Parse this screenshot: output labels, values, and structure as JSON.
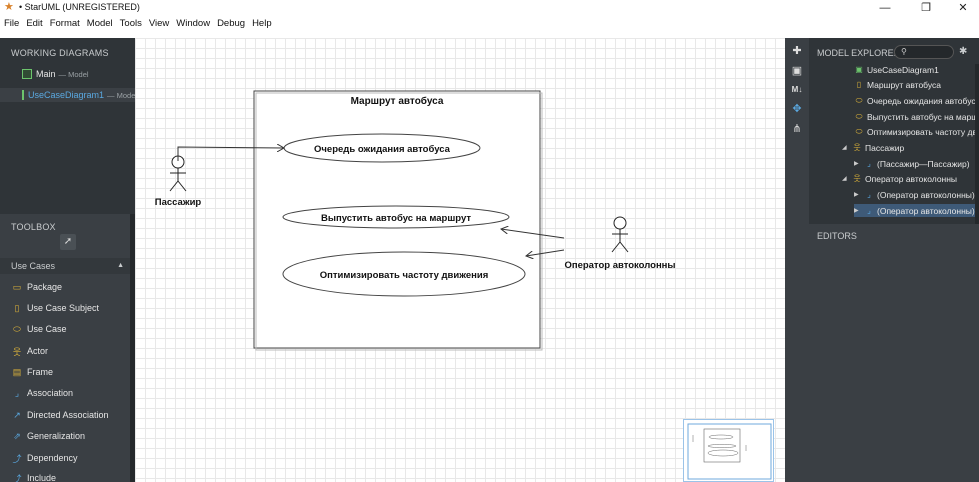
{
  "window": {
    "title": "• StarUML (UNREGISTERED)",
    "minimize": "—",
    "maximize": "❐",
    "close": "✕"
  },
  "menu": [
    "File",
    "Edit",
    "Format",
    "Model",
    "Tools",
    "View",
    "Window",
    "Debug",
    "Help"
  ],
  "working_diagrams": {
    "title": "WORKING DIAGRAMS",
    "items": [
      {
        "label": "Main",
        "suffix": "— Model"
      },
      {
        "label": "UseCaseDiagram1",
        "suffix": "— Model"
      }
    ]
  },
  "toolbox": {
    "title": "TOOLBOX",
    "group": "Use Cases",
    "items": [
      {
        "label": "Package",
        "icon": "package-icon"
      },
      {
        "label": "Use Case Subject",
        "icon": "subject-icon"
      },
      {
        "label": "Use Case",
        "icon": "usecase-icon"
      },
      {
        "label": "Actor",
        "icon": "actor-icon"
      },
      {
        "label": "Frame",
        "icon": "frame-icon"
      },
      {
        "label": "Association",
        "icon": "association-icon"
      },
      {
        "label": "Directed Association",
        "icon": "directed-association-icon"
      },
      {
        "label": "Generalization",
        "icon": "generalization-icon"
      },
      {
        "label": "Dependency",
        "icon": "dependency-icon"
      },
      {
        "label": "Include",
        "icon": "include-icon"
      }
    ]
  },
  "diagram": {
    "subject": "Маршрут автобуса",
    "use_cases": [
      "Очередь ожидания автобуса",
      "Выпустить автобус на маршрут",
      "Оптимизировать частоту движения"
    ],
    "actors": [
      "Пассажир",
      "Оператор автоколонны"
    ]
  },
  "explorer": {
    "title": "MODEL EXPLORER",
    "search_placeholder": "",
    "tree": [
      "UseCaseDiagram1",
      "Маршрут автобуса",
      "Очередь ожидания автобуса",
      "Выпустить автобус на маршрут",
      "Оптимизировать частоту движения",
      "Пассажир",
      "(Пассажир—Пассажир)",
      "Оператор автоколонны",
      "(Оператор автоколонны)",
      "(Оператор автоколонны)"
    ],
    "editors": "EDITORS"
  },
  "colors": {
    "panel_dark": "#2f3438",
    "panel": "#3a3f44",
    "selection": "#3e5a78",
    "accent_blue": "#5aa8e0"
  }
}
